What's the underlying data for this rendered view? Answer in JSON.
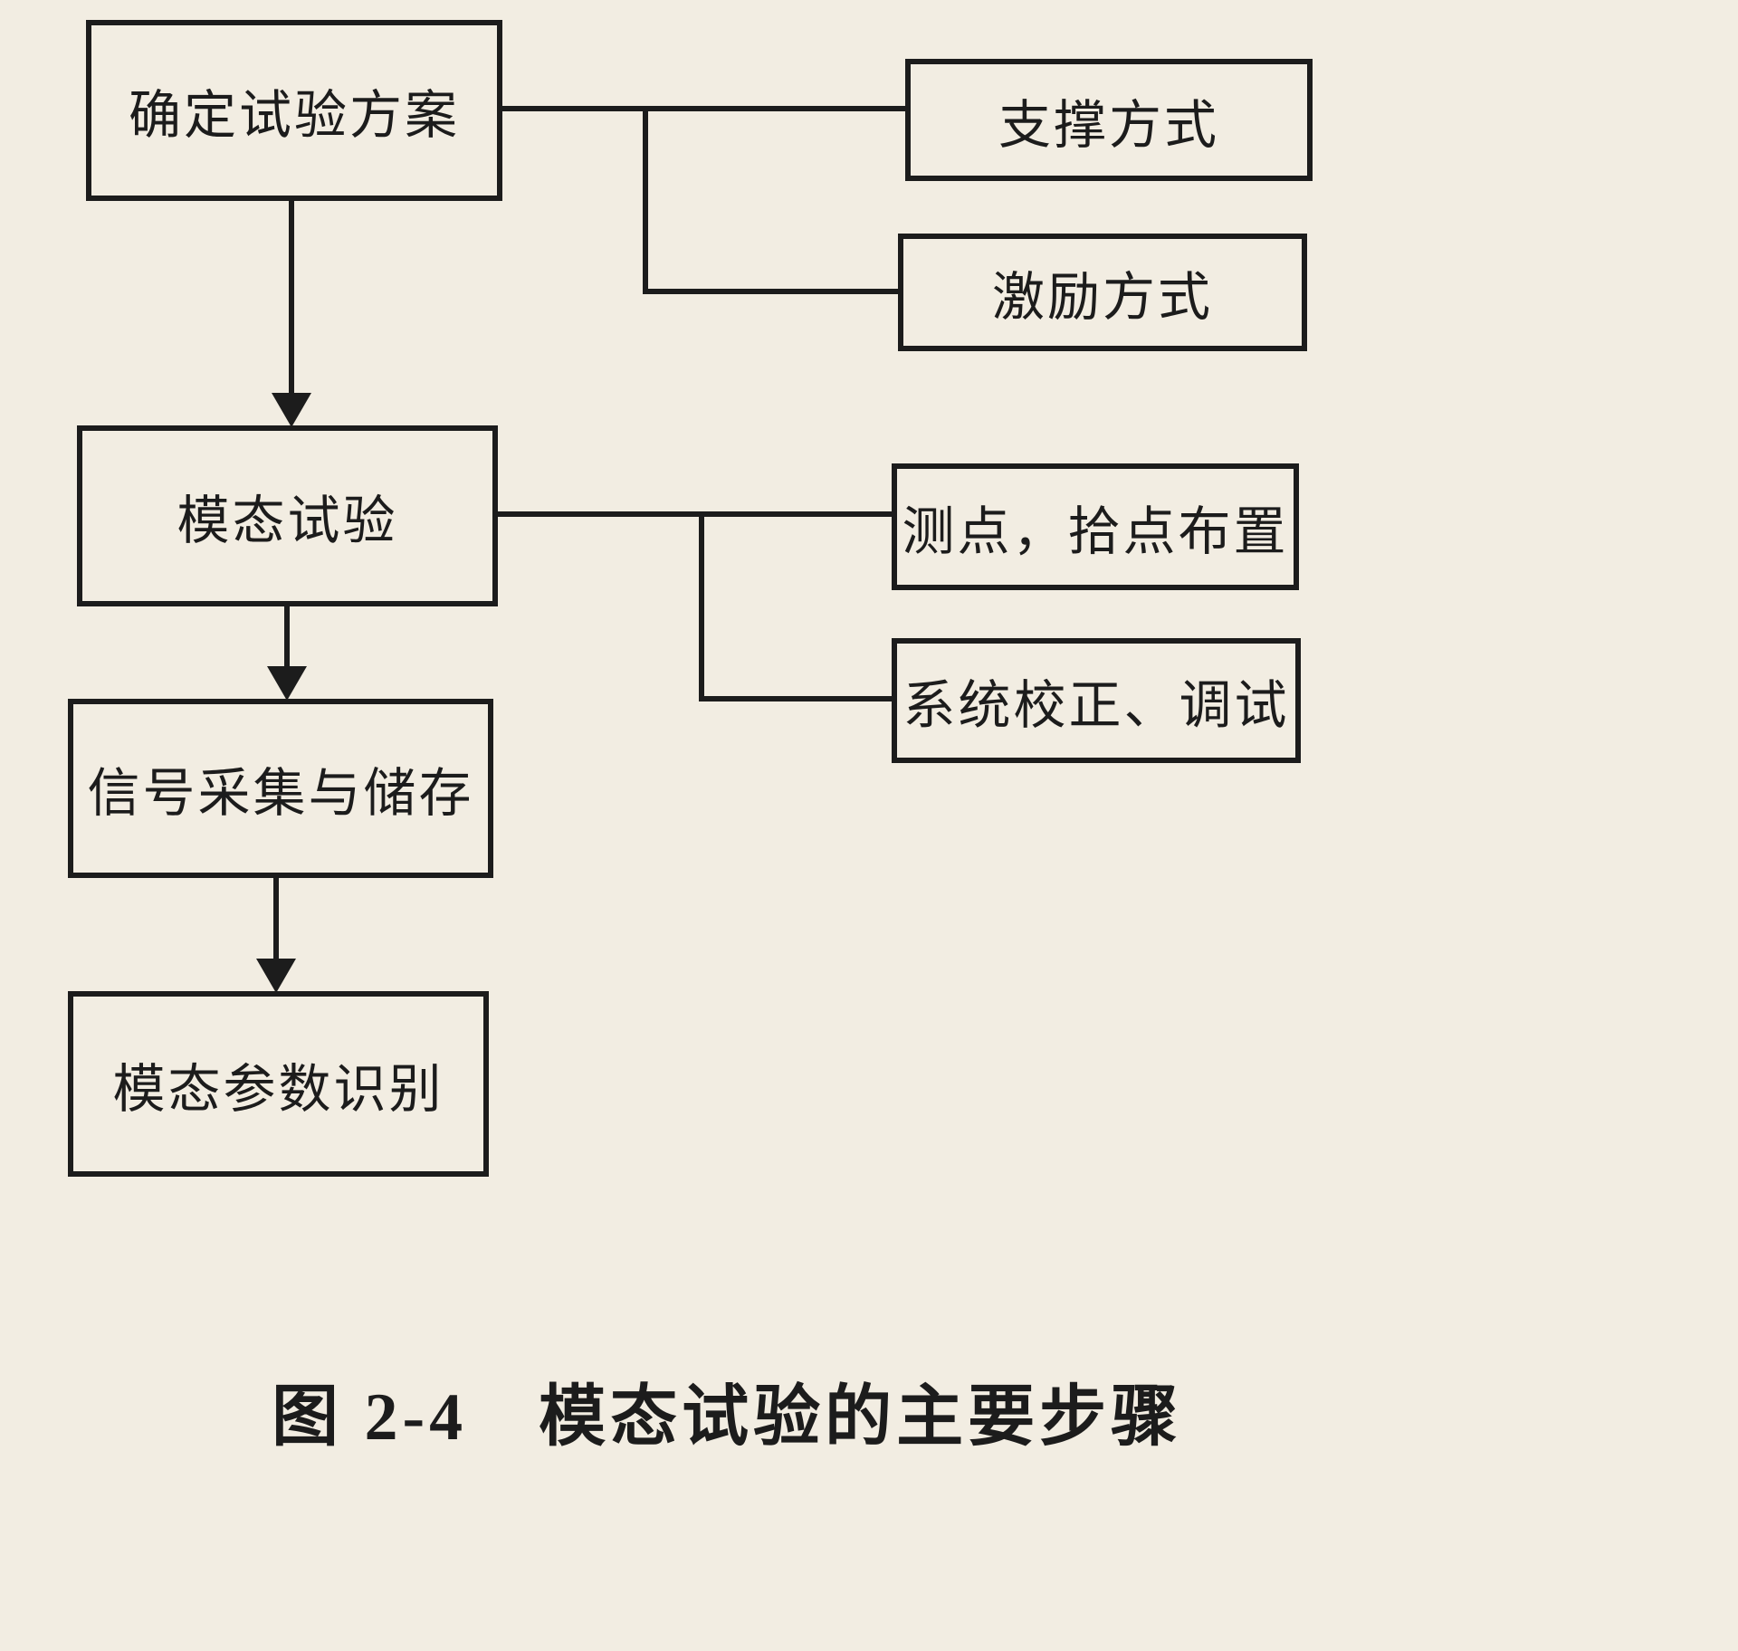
{
  "figure": {
    "caption": "图 2-4　模态试验的主要步骤",
    "boxes": {
      "plan": "确定试验方案",
      "support": "支撑方式",
      "excitation": "激励方式",
      "modal_test": "模态试验",
      "points": "测点，拾点布置",
      "calibration": "系统校正、调试",
      "signal": "信号采集与储存",
      "identify": "模态参数识别"
    }
  },
  "colors": {
    "paper": "#f2ede2",
    "ink": "#1c1c1c"
  }
}
